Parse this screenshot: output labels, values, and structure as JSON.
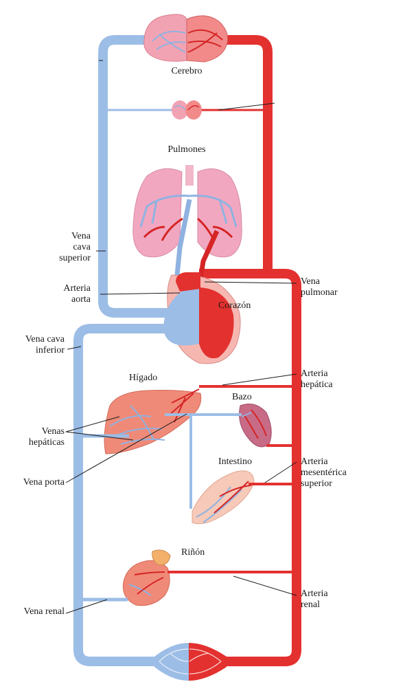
{
  "labels": {
    "cerebro": "Cerebro",
    "pulmones": "Pulmones",
    "vena_cava_superior": "Vena\ncava\nsuperior",
    "arteria_aorta": "Arteria\naorta",
    "vena_pulmonar": "Vena\npulmonar",
    "corazon": "Corazón",
    "vena_cava_inferior": "Vena cava\ninferior",
    "higado": "Hígado",
    "arteria_hepatica": "Arteria\nhepática",
    "bazo": "Bazo",
    "venas_hepaticas": "Venas\nhepáticas",
    "intestino": "Intestino",
    "vena_porta": "Vena porta",
    "arteria_mesenterica_superior": "Arteria\nmesentérica\nsuperior",
    "rinon": "Riñón",
    "arteria_renal": "Arteria\nrenal",
    "vena_renal": "Vena renal"
  },
  "colors": {
    "venous_blue": "#9cbde6",
    "arterial_red": "#e3312f",
    "organ_pink": "#f2a3b3",
    "organ_salmon": "#f08a78",
    "leader_line": "#1a1a1a"
  }
}
